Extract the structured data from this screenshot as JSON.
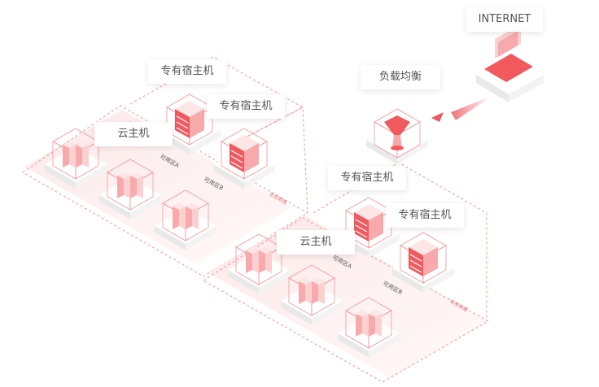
{
  "labels": {
    "internet": "INTERNET",
    "load_balancer": "负载均衡",
    "dedicated_host_1": "专有宿主机",
    "dedicated_host_2": "专有宿主机",
    "cloud_host_1": "云主机",
    "dedicated_host_3": "专有宿主机",
    "dedicated_host_4": "专有宿主机",
    "cloud_host_2": "云主机"
  },
  "zones": {
    "zone_a": "可用区A",
    "zone_b": "可用区B",
    "zone_a_2": "可用区A",
    "zone_b_2": "可用区B",
    "region_1": "华东地域",
    "region_2": "华东地域"
  },
  "colors": {
    "accent": "#f0595e",
    "accent_light": "#fbd0d1",
    "platform": "#f2f2f2",
    "dashed": "#f49497"
  }
}
